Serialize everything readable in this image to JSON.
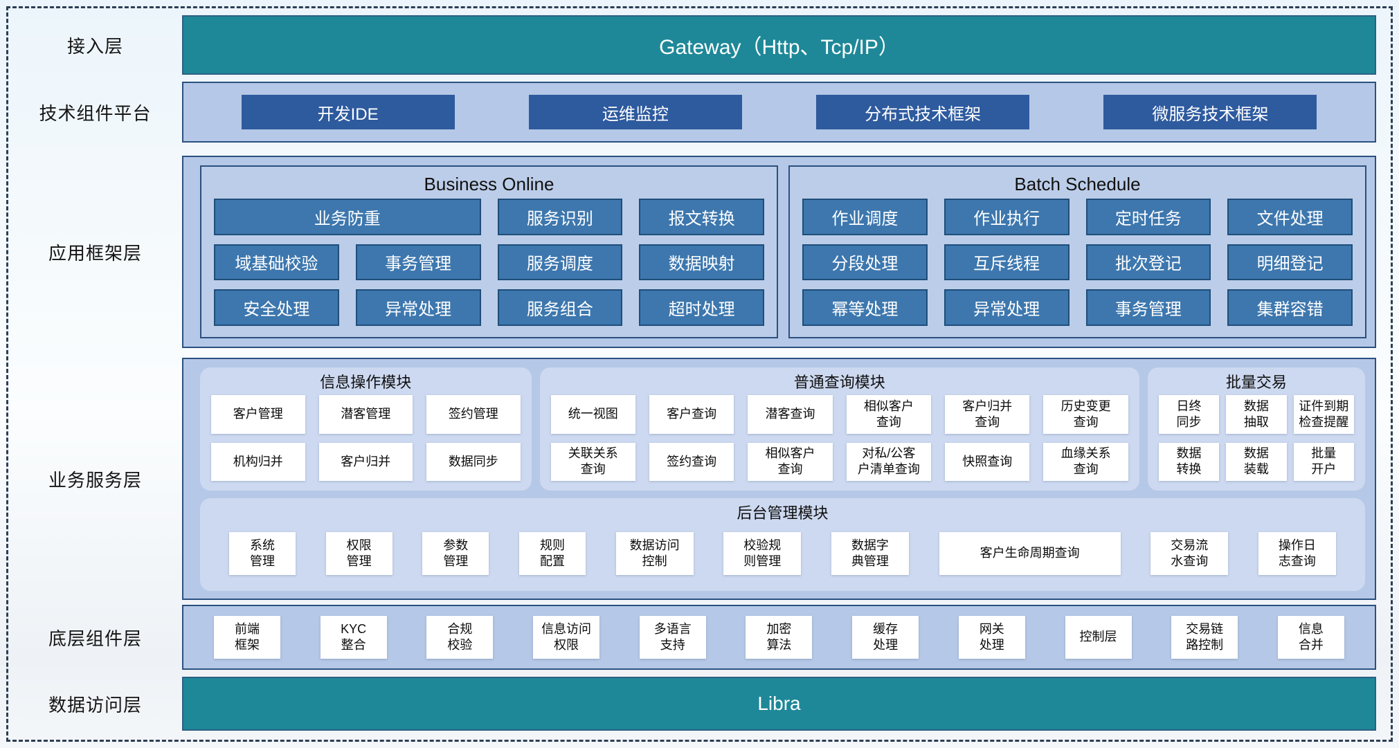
{
  "access": {
    "label": "接入层",
    "bar": "Gateway（Http、Tcp/IP）"
  },
  "tech": {
    "label": "技术组件平台",
    "buttons": [
      "开发IDE",
      "运维监控",
      "分布式技术框架",
      "微服务技术框架"
    ]
  },
  "app": {
    "label": "应用框架层",
    "business_online": {
      "title": "Business Online",
      "cells": [
        "业务防重",
        "服务识别",
        "报文转换",
        "域基础校验",
        "事务管理",
        "服务调度",
        "数据映射",
        "安全处理",
        "异常处理",
        "服务组合",
        "超时处理"
      ]
    },
    "batch_schedule": {
      "title": "Batch Schedule",
      "cells": [
        "作业调度",
        "作业执行",
        "定时任务",
        "文件处理",
        "分段处理",
        "互斥线程",
        "批次登记",
        "明细登记",
        "幂等处理",
        "异常处理",
        "事务管理",
        "集群容错"
      ]
    }
  },
  "service": {
    "label": "业务服务层",
    "info_module": {
      "title": "信息操作模块",
      "cells": [
        "客户管理",
        "潜客管理",
        "签约管理",
        "机构归并",
        "客户归并",
        "数据同步"
      ]
    },
    "query_module": {
      "title": "普通查询模块",
      "cells": [
        "统一视图",
        "客户查询",
        "潜客查询",
        "相似客户\n查询",
        "客户归并\n查询",
        "历史变更\n查询",
        "关联关系\n查询",
        "签约查询",
        "相似客户\n查询",
        "对私/公客\n户清单查询",
        "快照查询",
        "血缘关系\n查询"
      ]
    },
    "batch_module": {
      "title": "批量交易",
      "cells": [
        "日终\n同步",
        "数据\n抽取",
        "证件到期\n检查提醒",
        "数据\n转换",
        "数据\n装载",
        "批量\n开户"
      ]
    },
    "admin_module": {
      "title": "后台管理模块",
      "cells": [
        "系统\n管理",
        "权限\n管理",
        "参数\n管理",
        "规则\n配置",
        "数据访问\n控制",
        "校验规\n则管理",
        "数据字\n典管理",
        "客户生命周期查询",
        "交易流\n水查询",
        "操作日\n志查询"
      ]
    }
  },
  "base": {
    "label": "底层组件层",
    "cells": [
      "前端\n框架",
      "KYC\n整合",
      "合规\n校验",
      "信息访问\n权限",
      "多语言\n支持",
      "加密\n算法",
      "缓存\n处理",
      "网关\n处理",
      "控制层",
      "交易链\n路控制",
      "信息\n合并"
    ]
  },
  "data_access": {
    "label": "数据访问层",
    "bar": "Libra"
  },
  "colors": {
    "teal": "#1e8898",
    "container_blue": "#b5c8e7",
    "container_border": "#2b5080",
    "dark_button_blue": "#2e5a9e",
    "steel_button_blue": "#3d77ae",
    "module_panel_blue": "#cdd9f0",
    "white_button": "#ffffff"
  }
}
